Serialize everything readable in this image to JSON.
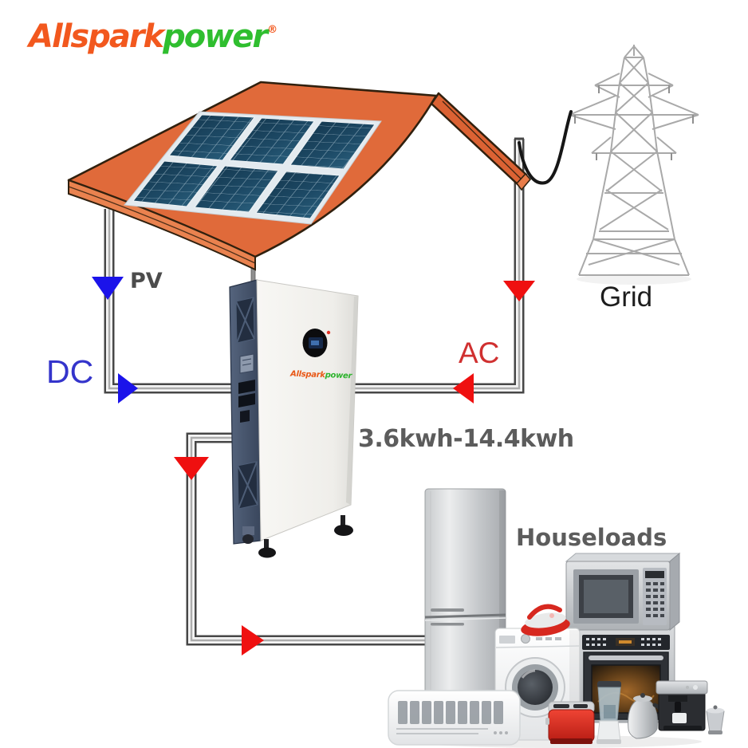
{
  "brand": {
    "part1": "Allspark",
    "part2": "power",
    "reg": "®"
  },
  "labels": {
    "pv": "PV",
    "dc": "DC",
    "ac": "AC",
    "grid": "Grid",
    "capacity": "3.6kwh-14.4kwh",
    "houseloads": "Houseloads"
  },
  "device": {
    "part1": "Allspark",
    "part2": "power"
  },
  "colors": {
    "brand_orange": "#F2581E",
    "brand_green": "#2FBE2F",
    "arrow_blue": "#1B13EA",
    "arrow_red": "#EF1010",
    "dc_text": "#3434CB",
    "ac_text": "#D03030",
    "roof_orange": "#E06A3A",
    "panel_blue": "#1B415A",
    "label_gray": "#5C5C5C"
  },
  "diagram": {
    "nodes": [
      {
        "id": "solar-roof",
        "type": "pv-array"
      },
      {
        "id": "grid-tower",
        "label": "Grid"
      },
      {
        "id": "battery-inverter",
        "label": "3.6kwh-14.4kwh"
      },
      {
        "id": "houseloads",
        "label": "Houseloads"
      }
    ],
    "flows": [
      {
        "from": "solar-roof",
        "to": "battery-inverter",
        "labels": [
          "PV",
          "DC"
        ],
        "color": "blue"
      },
      {
        "from": "grid-tower",
        "to": "battery-inverter",
        "label": "AC",
        "color": "red"
      },
      {
        "from": "battery-inverter",
        "to": "houseloads",
        "color": "red"
      }
    ]
  }
}
